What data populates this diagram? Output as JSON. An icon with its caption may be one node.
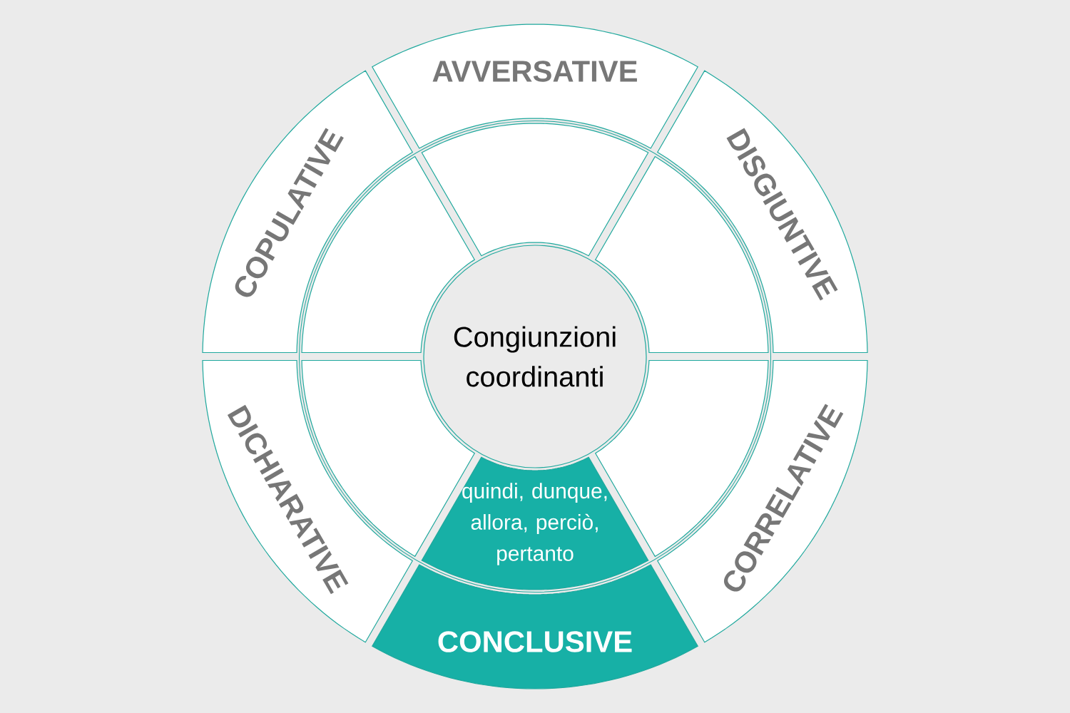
{
  "diagram": {
    "nodes": [
      {
        "text": [
          "Congiunzioni coordinanti"
        ]
      },
      {
        "text": [
          "COPULATIVE"
        ]
      },
      {
        "text": [
          "AVVERSATIVE"
        ]
      },
      {
        "text": [
          "DISGIUNTIVE"
        ]
      },
      {
        "text": [
          "DICHIARATIVE"
        ]
      },
      {
        "text": [
          "CONCLUSIVE"
        ]
      },
      {
        "text": [
          "CORRELATIVE"
        ]
      },
      {
        "text": [],
        "shape": "sector"
      },
      {
        "text": [],
        "shape": "sector"
      },
      {
        "text": [],
        "shape": "sector"
      },
      {
        "text": [],
        "shape": "sector"
      },
      {
        "text": [
          "quindi, dunque, allora, perciò, pertanto"
        ]
      },
      {
        "text": [],
        "shape": "sector"
      }
    ]
  }
}
